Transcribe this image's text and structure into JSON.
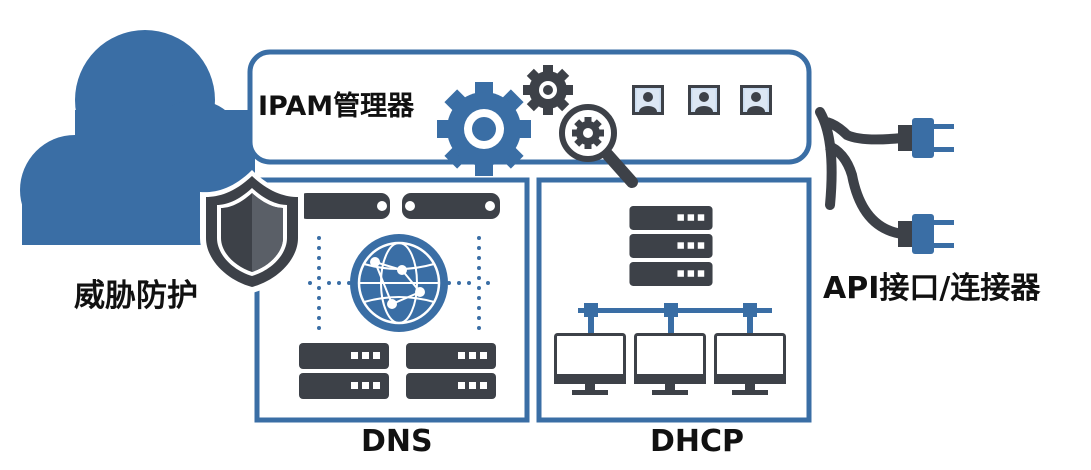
{
  "labels": {
    "ipam": "IPAM管理器",
    "threat_protection": "威胁防护",
    "api": "API接口/连接器",
    "dns": "DNS",
    "dhcp": "DHCP"
  },
  "colors": {
    "primary_blue": "#3a6ea5",
    "dark_gray": "#3d4148",
    "icon_light_blue": "#c9dbef",
    "white": "#ffffff"
  },
  "icons": {
    "cloud": "cloud-icon",
    "shield": "shield-icon",
    "gears": "gear-icon",
    "magnifier": "magnifier-gear-icon",
    "users": "user-avatar-icon",
    "globe": "globe-network-icon",
    "server": "server-icon",
    "monitor": "monitor-icon",
    "plugs": "power-plug-icon"
  }
}
